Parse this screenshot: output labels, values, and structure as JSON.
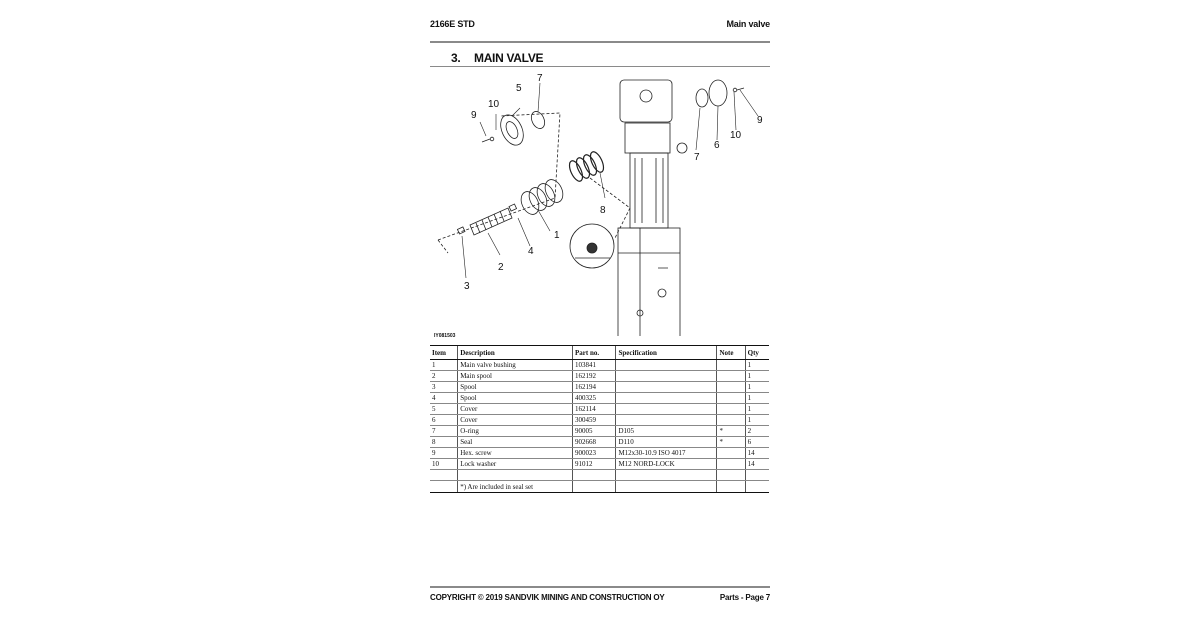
{
  "header": {
    "left": "2166E STD",
    "right": "Main valve"
  },
  "section": {
    "number": "3.",
    "title": "MAIN VALVE"
  },
  "figure": {
    "id": "IY081503",
    "callouts": [
      "1",
      "2",
      "3",
      "4",
      "5",
      "6",
      "7",
      "7",
      "8",
      "9",
      "9",
      "10",
      "10"
    ]
  },
  "table": {
    "headers": [
      "Item",
      "Description",
      "Part no.",
      "Specification",
      "Note",
      "Qty"
    ],
    "rows": [
      [
        "1",
        "Main valve bushing",
        "103841",
        "",
        "",
        "1"
      ],
      [
        "2",
        "Main spool",
        "162192",
        "",
        "",
        "1"
      ],
      [
        "3",
        "Spool",
        "162194",
        "",
        "",
        "1"
      ],
      [
        "4",
        "Spool",
        "400325",
        "",
        "",
        "1"
      ],
      [
        "5",
        "Cover",
        "162114",
        "",
        "",
        "1"
      ],
      [
        "6",
        "Cover",
        "300459",
        "",
        "",
        "1"
      ],
      [
        "7",
        "O-ring",
        "90005",
        "D105",
        "*",
        "2"
      ],
      [
        "8",
        "Seal",
        "902668",
        "D110",
        "*",
        "6"
      ],
      [
        "9",
        "Hex. screw",
        "900023",
        "M12x30-10.9 ISO 4017",
        "",
        "14"
      ],
      [
        "10",
        "Lock washer",
        "91012",
        "M12 NORD-LOCK",
        "",
        "14"
      ],
      [
        "",
        "",
        "",
        "",
        "",
        ""
      ]
    ],
    "footnote": "*) Are included in seal set"
  },
  "footer": {
    "left": "COPYRIGHT © 2019 SANDVIK MINING AND CONSTRUCTION OY",
    "right": "Parts - Page 7"
  }
}
